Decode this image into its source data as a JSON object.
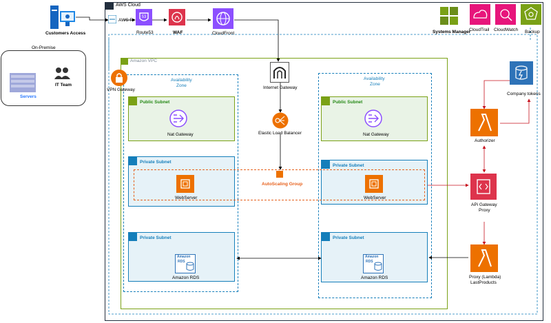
{
  "labels": {
    "aws_cloud": "AWS Cloud",
    "customers_access": "Customers Access",
    "on_premise": "On-Premise",
    "servers": "Servers",
    "it_team": "IT Team",
    "aws_r": "AWS R",
    "route53": "Route53",
    "waf": "WAF",
    "cloudfront": "CloudFront",
    "systems_manager": "Systems Manager",
    "cloudtrail": "CloudTrail",
    "cloudwatch": "CloudWatch",
    "backup": "Backup",
    "amazon_vpc": "Amazon VPC",
    "vpn_gateway": "VPN Gateway",
    "internet_gateway": "Internet Gateway",
    "company_tokens": "Company tokens",
    "az_left_1": "Availability",
    "az_left_2": "Zone",
    "az_right_1": "Availability",
    "az_right_2": "Zone",
    "public_subnet_left": "Public Subnet",
    "public_subnet_right": "Public Subnet",
    "nat_gateway_left": "Nat Gateway",
    "nat_gateway_right": "Nat Gateway",
    "elb": "Elastic Load Balancer",
    "private_subnet_left_1": "Private Subnet",
    "private_subnet_right_1": "Private Subnet",
    "autoscaling": "AutoScaling Group",
    "webserver_left": "WebServer",
    "webserver_right": "WebServer",
    "authorizer": "Authorizer",
    "api_gateway_1": "APi Gateway",
    "api_gateway_2": "Proxy",
    "private_subnet_left_2": "Private Subnet",
    "private_subnet_right_2": "Private Subnet",
    "rds_left": "Amazon RDS",
    "rds_right": "Amazon RDS",
    "rds_badge_1": "Amazon",
    "rds_badge_2": "RDS",
    "proxy_lambda_1": "Proxy (Lambda)",
    "proxy_lambda_2": "LastProducts"
  },
  "colors": {
    "aws_cloud_border": "#232f3e",
    "vpc_border": "#7aa116",
    "public_subnet": "#7aa116",
    "private_subnet": "#147eba",
    "az_border": "#147eba",
    "autoscaling": "#e7601b",
    "compute_orange": "#ed7100",
    "security_red": "#dd344c",
    "network_purple": "#8c4fff",
    "management_pink": "#e7157b",
    "storage_green": "#7aa116",
    "database_blue": "#2e73b8"
  }
}
